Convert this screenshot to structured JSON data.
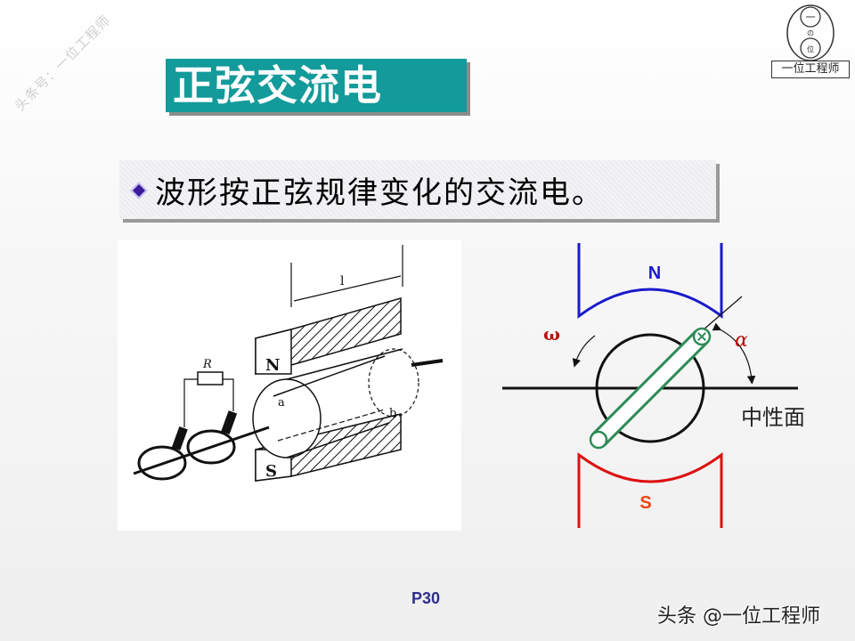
{
  "watermark": {
    "diagonal_text": "头条号：一位工程师",
    "footer_text": "头条 @一位工程师"
  },
  "logo": {
    "top_char": "一",
    "middle_char": "の",
    "bottom_char": "位",
    "label": "一位工程师"
  },
  "slide": {
    "title": "正弦交流电",
    "bullet_text": "波形按正弦规律变化的交流电。",
    "page_number": "P30",
    "colors": {
      "title_bg": "#139a9a",
      "title_text": "#ffffff",
      "bullet_icon": "#3a1a9a",
      "n_pole": "#1a1acc",
      "s_pole": "#dd1111",
      "coil": "#2e8b57",
      "omega_label": "#bb1111",
      "alpha_label": "#bb1111",
      "page_number": "#2e2e8a"
    }
  },
  "generator_figure": {
    "labels": {
      "length": "l",
      "resistor": "R",
      "north": "N",
      "south": "S",
      "side_a": "a",
      "side_b": "b"
    }
  },
  "diagram": {
    "north_label": "N",
    "south_label": "S",
    "omega_label": "ω",
    "alpha_label": "α",
    "neutral_plane_label": "中性面"
  }
}
